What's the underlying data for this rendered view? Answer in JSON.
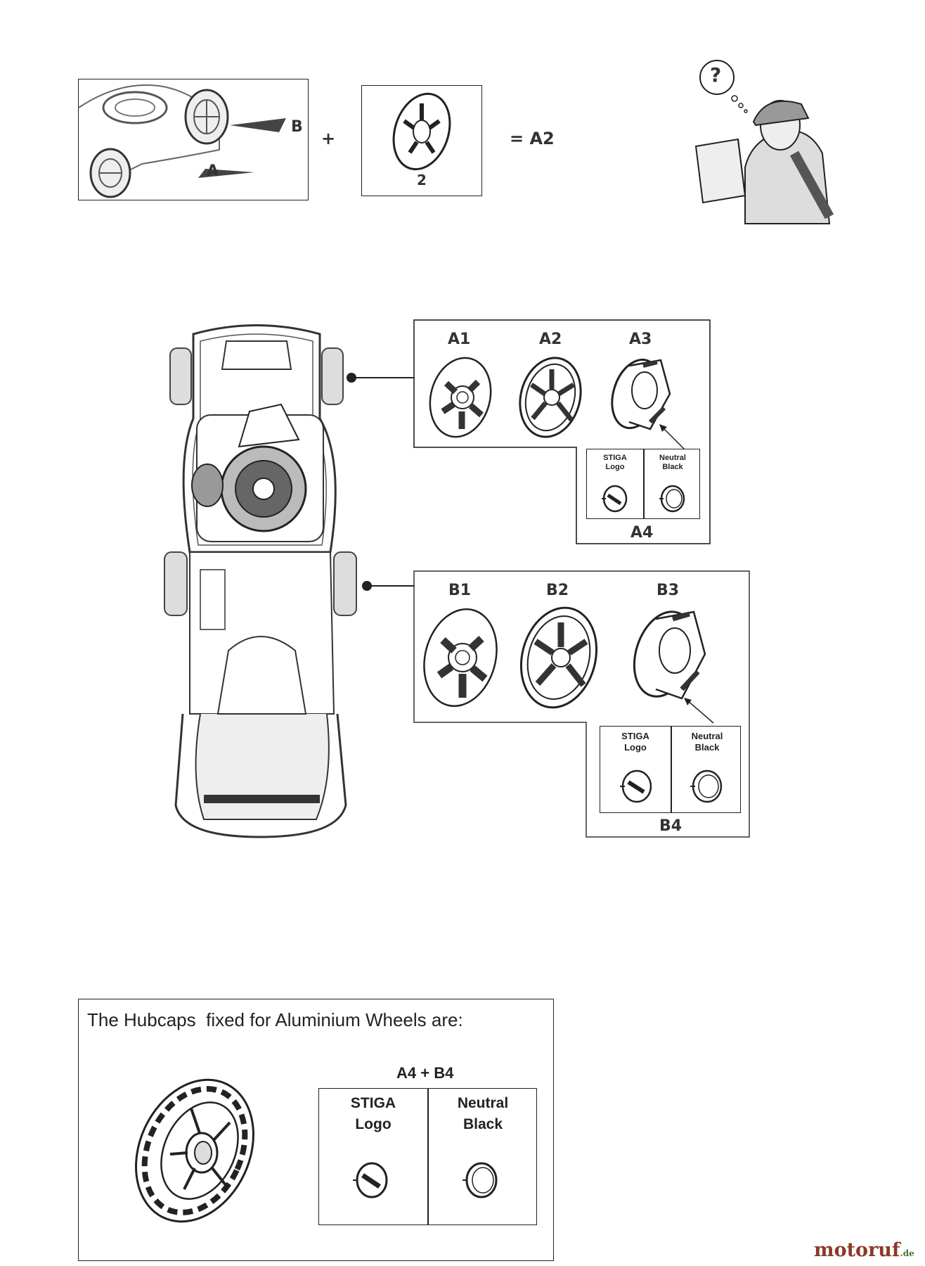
{
  "top_row": {
    "label_b": "B",
    "label_a": "A",
    "plus": "+",
    "hubcap_qty": "2",
    "equals": "= A2",
    "question_mark": "?"
  },
  "front_group": {
    "codes": [
      "A1",
      "A2",
      "A3"
    ],
    "insert_code": "A4",
    "insert_left": "STIGA\nLogo",
    "insert_right": "Neutral\nBlack"
  },
  "rear_group": {
    "codes": [
      "B1",
      "B2",
      "B3"
    ],
    "insert_code": "B4",
    "insert_left": "STIGA\nLogo",
    "insert_right": "Neutral\nBlack"
  },
  "aluminium_box": {
    "heading": "The Hubcaps  fixed for Aluminium Wheels are:",
    "combo": "A4 + B4",
    "left_label": "STIGA\nLogo",
    "right_label": "Neutral\nBlack"
  },
  "watermark": {
    "brand": "motoruf",
    "suffix": ".de",
    "color_main": "#8a3a2a",
    "color_accent": "#3a7a2a"
  }
}
